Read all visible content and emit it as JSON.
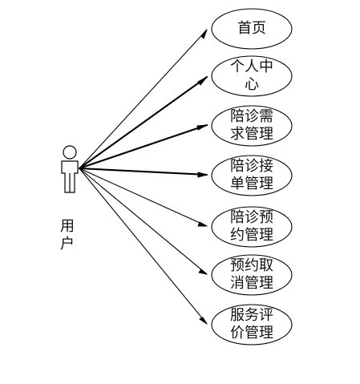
{
  "actor": {
    "label": "用户"
  },
  "usecases": [
    "首页",
    "个人中心",
    "陪诊需求管理",
    "陪诊接单管理",
    "陪诊预约管理",
    "预约取消管理",
    "服务评价管理"
  ],
  "colors": {
    "line": "#000000",
    "text": "#111111"
  }
}
